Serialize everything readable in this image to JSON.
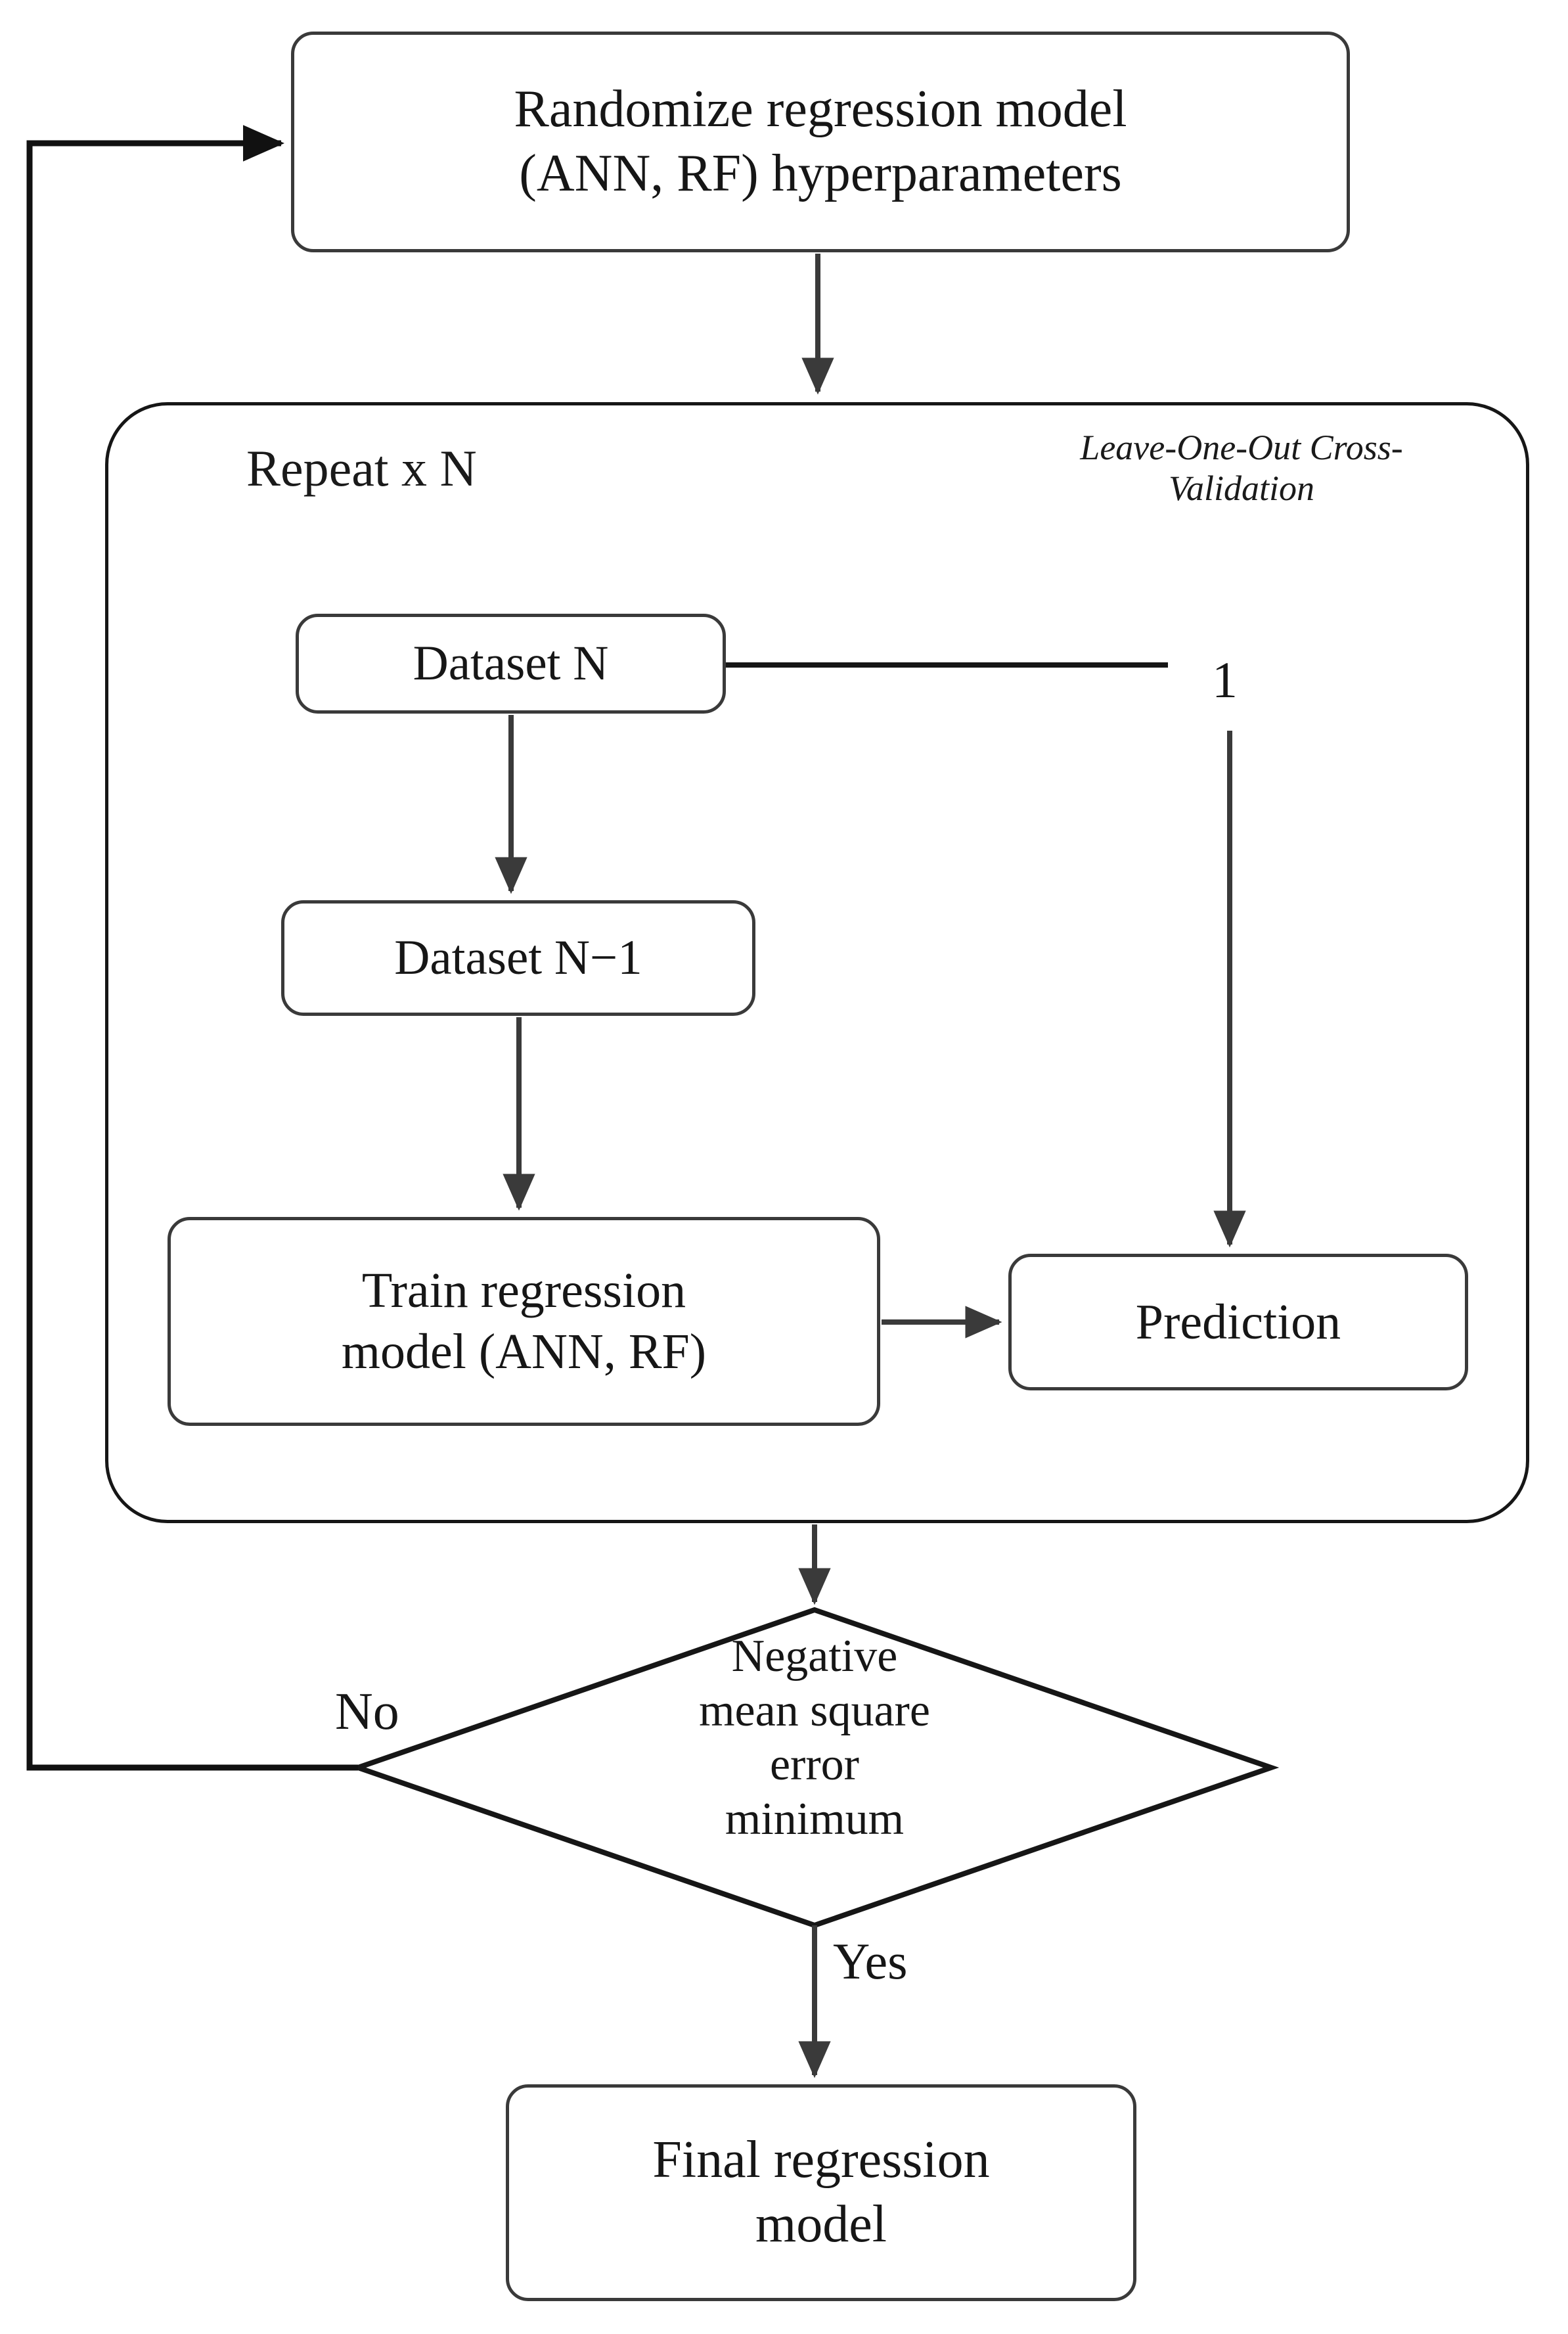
{
  "diagram": {
    "title": "Regression model hyperparameter optimization flowchart",
    "stroke_color": "#161616",
    "box_stroke_color": "#3a3a3a",
    "background_color": "#ffffff"
  },
  "nodes": {
    "randomize": {
      "label": "Randomize regression model (ANN, RF) hyperparameters",
      "line1": "Randomize regression model",
      "line2": "(ANN, RF) hyperparameters",
      "shape": "rounded-rectangle"
    },
    "dataset_n": {
      "label": "Dataset N",
      "shape": "rounded-rectangle"
    },
    "dataset_n_minus_1": {
      "label": "Dataset N−1",
      "shape": "rounded-rectangle"
    },
    "train": {
      "label": "Train regression model (ANN, RF)",
      "line1": "Train regression",
      "line2": "model (ANN, RF)",
      "shape": "rounded-rectangle"
    },
    "prediction": {
      "label": "Prediction",
      "shape": "rounded-rectangle"
    },
    "decision": {
      "label": "Negative mean square error minimum",
      "line1": "Negative",
      "line2": "mean square",
      "line3": "error",
      "line4": "minimum",
      "shape": "diamond"
    },
    "final": {
      "label": "Final regression model",
      "line1": "Final regression",
      "line2": "model",
      "shape": "rounded-rectangle"
    }
  },
  "container": {
    "repeat_label": "Repeat x N",
    "method_label": "Leave-One-Out Cross-Validation",
    "shape": "rounded-rectangle"
  },
  "edge_labels": {
    "one": "1",
    "no": "No",
    "yes": "Yes"
  }
}
